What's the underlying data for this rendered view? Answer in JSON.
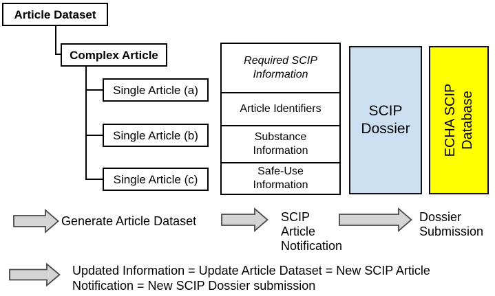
{
  "diagram": {
    "title_hint": "SCIP article dataset to ECHA database workflow",
    "colors": {
      "background": "#ffffff",
      "box_border": "#000000",
      "scip_dossier_fill": "#cde0f2",
      "echa_database_fill": "#ffff00",
      "arrow_fill": "#d5d5d5",
      "arrow_outline": "#484848",
      "text": "#000000"
    },
    "icons": {
      "flow_arrow": "right-block-arrow"
    },
    "tree": {
      "root": "Article Dataset",
      "child": "Complex Article",
      "leaves": [
        {
          "label": "Single Article (a)"
        },
        {
          "label": "Single Article (b)"
        },
        {
          "label": "Single Article (c)"
        }
      ]
    },
    "info_table": {
      "header": "Required SCIP Information",
      "rows": [
        {
          "label": "Article Identifiers"
        },
        {
          "label": "Substance Information"
        },
        {
          "label": "Safe-Use Information"
        }
      ]
    },
    "dossier_box": "SCIP Dossier",
    "database_box": "ECHA SCIP Database",
    "flow_steps": [
      {
        "label": "Generate Article Dataset"
      },
      {
        "label": "SCIP Article Notification"
      },
      {
        "label": "Dossier Submission"
      }
    ],
    "update_note": {
      "lines": [
        "Updated Information = Update Article Dataset = New SCIP Article",
        "Notification = New SCIP Dossier submission"
      ]
    }
  }
}
